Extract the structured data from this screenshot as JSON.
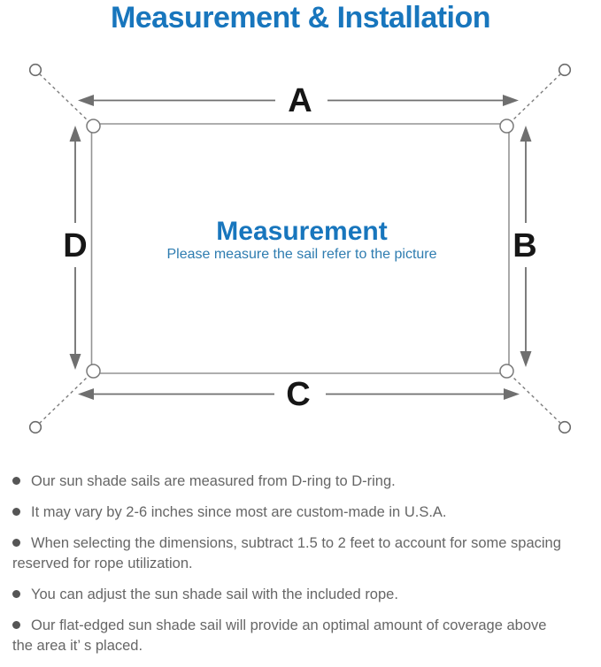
{
  "title": "Measurement & Installation",
  "diagram": {
    "dimension_labels": {
      "top": "A",
      "right": "B",
      "bottom": "C",
      "left": "D"
    },
    "center": {
      "heading": "Measurement",
      "subheading": "Please measure the sail refer to the picture"
    }
  },
  "notes": [
    "Our sun shade sails are measured from D-ring to D-ring.",
    "It may vary by 2-6 inches since most are custom-made in U.S.A.",
    "When selecting the dimensions, subtract 1.5 to 2 feet to account for some spacing\nreserved for rope utilization.",
    "You can adjust the sun shade sail with the included rope.",
    "Our flat-edged sun shade sail will provide an optimal amount of coverage above\nthe area it’ s placed."
  ],
  "colors": {
    "accent_blue": "#1876bd",
    "subtitle_blue": "#2e7cb0",
    "diagram_gray": "#6f6f6f",
    "note_text_gray": "#666666"
  }
}
